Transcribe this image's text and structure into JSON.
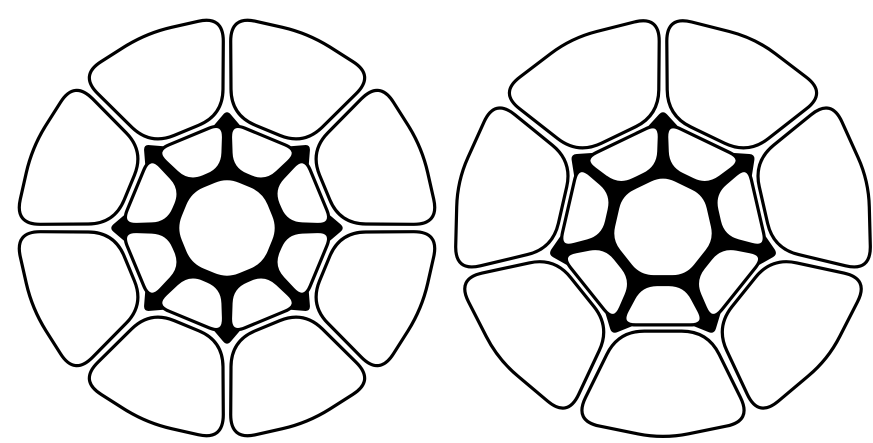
{
  "colors": {
    "background": "#ffffff",
    "cell_fill": "#ffffff",
    "cell_stroke": "#000000"
  },
  "figures": [
    {
      "name": "figure-left-8fold",
      "symmetry": 8,
      "outer_cells": 8,
      "middle_cells": 8,
      "center_cells": 1,
      "center_shape": "octagon"
    },
    {
      "name": "figure-right-7fold",
      "symmetry": 7,
      "outer_cells": 7,
      "middle_cells": 7,
      "center_cells": 1,
      "center_shape": "heptagon"
    }
  ]
}
